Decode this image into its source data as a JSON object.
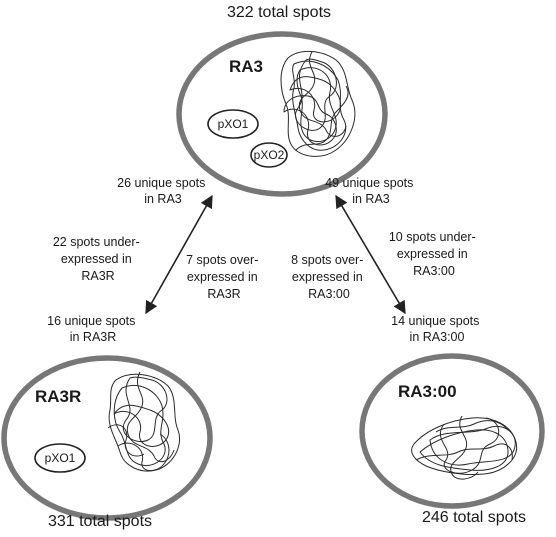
{
  "strains": {
    "ra3": {
      "name": "RA3",
      "total": "322 total spots",
      "plasmids": [
        "pXO1",
        "pXO2"
      ]
    },
    "ra3r": {
      "name": "RA3R",
      "total": "331 total spots",
      "plasmids": [
        "pXO1"
      ]
    },
    "ra300": {
      "name": "RA3:00",
      "total": "246 total spots",
      "plasmids": []
    }
  },
  "comparisons": {
    "ra3_vs_ra3r": {
      "unique_top": [
        "26 unique spots",
        "in RA3"
      ],
      "under_expressed": [
        "22 spots under-",
        "expressed in",
        "RA3R"
      ],
      "over_expressed": [
        "7 spots over-",
        "expressed in",
        "RA3R"
      ],
      "unique_bottom": [
        "16 unique spots",
        "in RA3R"
      ]
    },
    "ra3_vs_ra300": {
      "unique_top": [
        "49 unique spots",
        "in RA3"
      ],
      "over_expressed": [
        "8 spots over-",
        "expressed in",
        "RA3:00"
      ],
      "under_expressed": [
        "10 spots under-",
        "expressed in",
        "RA3:00"
      ],
      "unique_bottom": [
        "14 unique spots",
        "in RA3:00"
      ]
    }
  },
  "colors": {
    "cell_outline": "#777777",
    "ink": "#1a1a1a"
  }
}
